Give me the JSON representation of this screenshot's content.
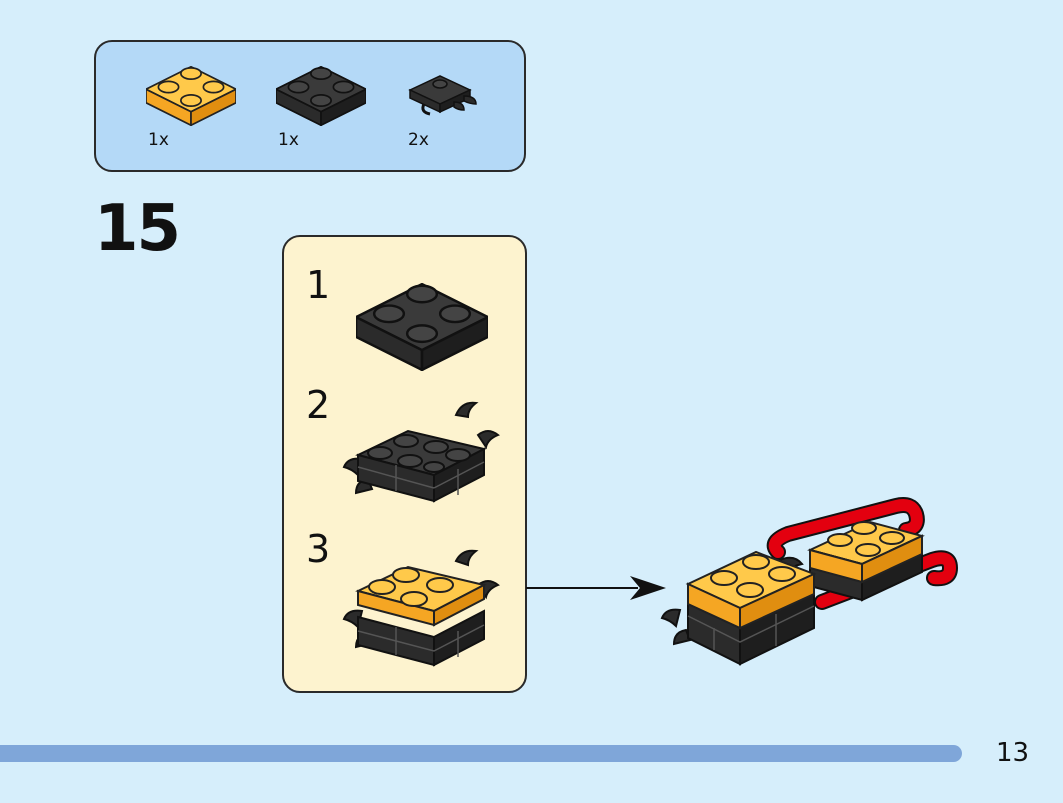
{
  "parts": [
    {
      "name": "plate-2x2-orange",
      "qty": "1x"
    },
    {
      "name": "plate-2x2-black",
      "qty": "1x"
    },
    {
      "name": "plate-clip-black",
      "qty": "2x"
    }
  ],
  "step": {
    "number": "15"
  },
  "substeps": [
    {
      "number": "1"
    },
    {
      "number": "2"
    },
    {
      "number": "3"
    }
  ],
  "page": {
    "number": "13"
  },
  "colors": {
    "background": "#d6eefb",
    "parts_panel": "#b4d9f7",
    "substep_panel": "#fdf3cf",
    "brick_orange": "#f9b233",
    "brick_black": "#2b2b2b",
    "brick_red": "#e3000f",
    "progress": "#7fa6d9"
  }
}
